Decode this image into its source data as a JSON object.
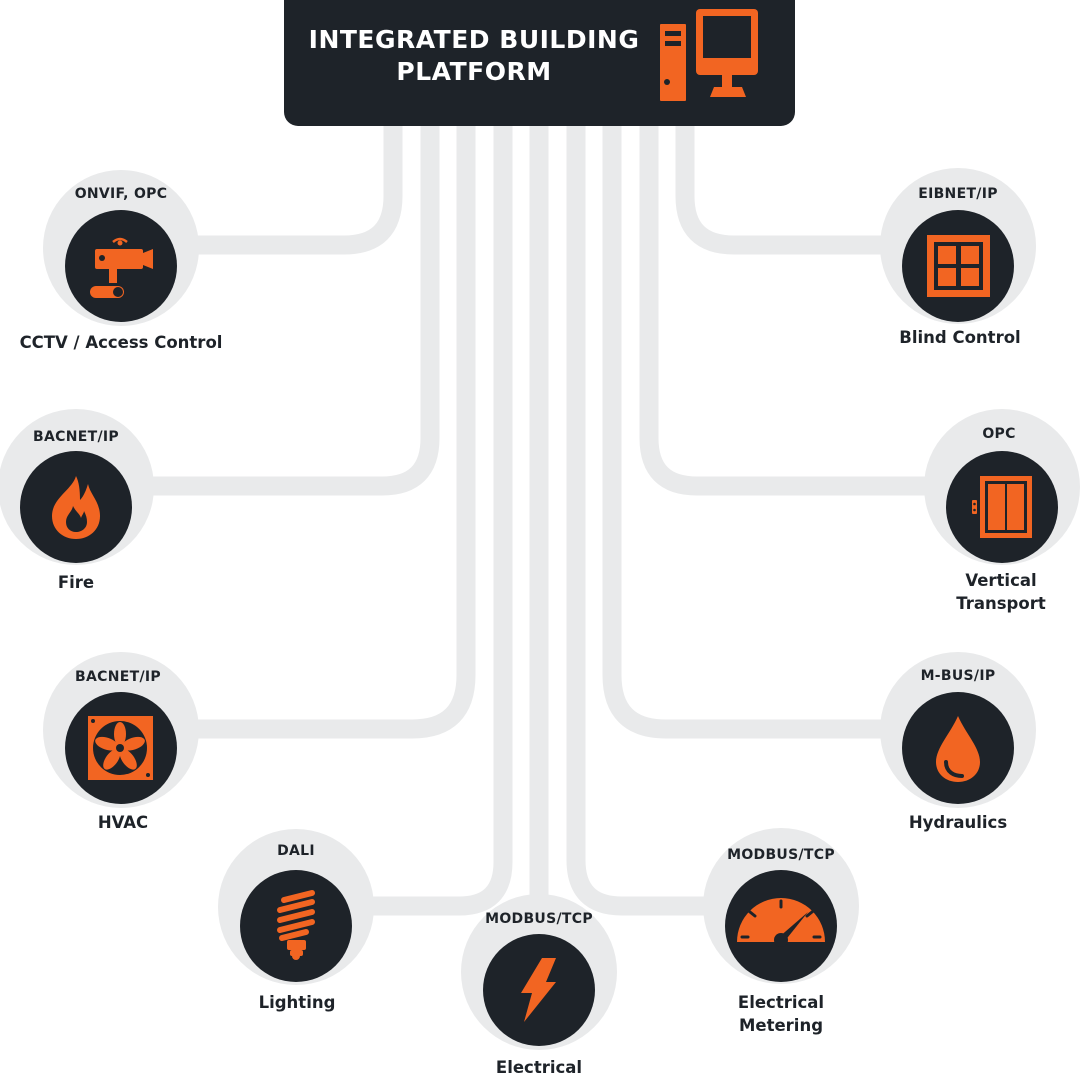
{
  "header": {
    "title_line1": "INTEGRATED BUILDING",
    "title_line2": "PLATFORM",
    "icon": "computer-icon"
  },
  "colors": {
    "dark": "#1e2329",
    "accent": "#f26522",
    "halo": "#e9eaeb",
    "line": "#e9eaeb"
  },
  "systems": {
    "cctv": {
      "protocol": "ONVIF, OPC",
      "label": "CCTV / Access Control",
      "icon": "cctv-camera-icon"
    },
    "fire": {
      "protocol": "BACNET/IP",
      "label": "Fire",
      "icon": "flame-icon"
    },
    "hvac": {
      "protocol": "BACNET/IP",
      "label": "HVAC",
      "icon": "fan-icon"
    },
    "lighting": {
      "protocol": "DALI",
      "label": "Lighting",
      "icon": "bulb-icon"
    },
    "electrical": {
      "protocol": "MODBUS/TCP",
      "label": "Electrical",
      "icon": "lightning-bolt-icon"
    },
    "metering": {
      "protocol": "MODBUS/TCP",
      "label_line1": "Electrical",
      "label_line2": "Metering",
      "icon": "gauge-meter-icon"
    },
    "hydraulics": {
      "protocol": "M-BUS/IP",
      "label": "Hydraulics",
      "icon": "water-drop-icon"
    },
    "transport": {
      "protocol": "OPC",
      "label_line1": "Vertical",
      "label_line2": "Transport",
      "icon": "elevator-icon"
    },
    "blind": {
      "protocol": "EIBNET/IP",
      "label": "Blind Control",
      "icon": "window-blind-icon"
    }
  }
}
